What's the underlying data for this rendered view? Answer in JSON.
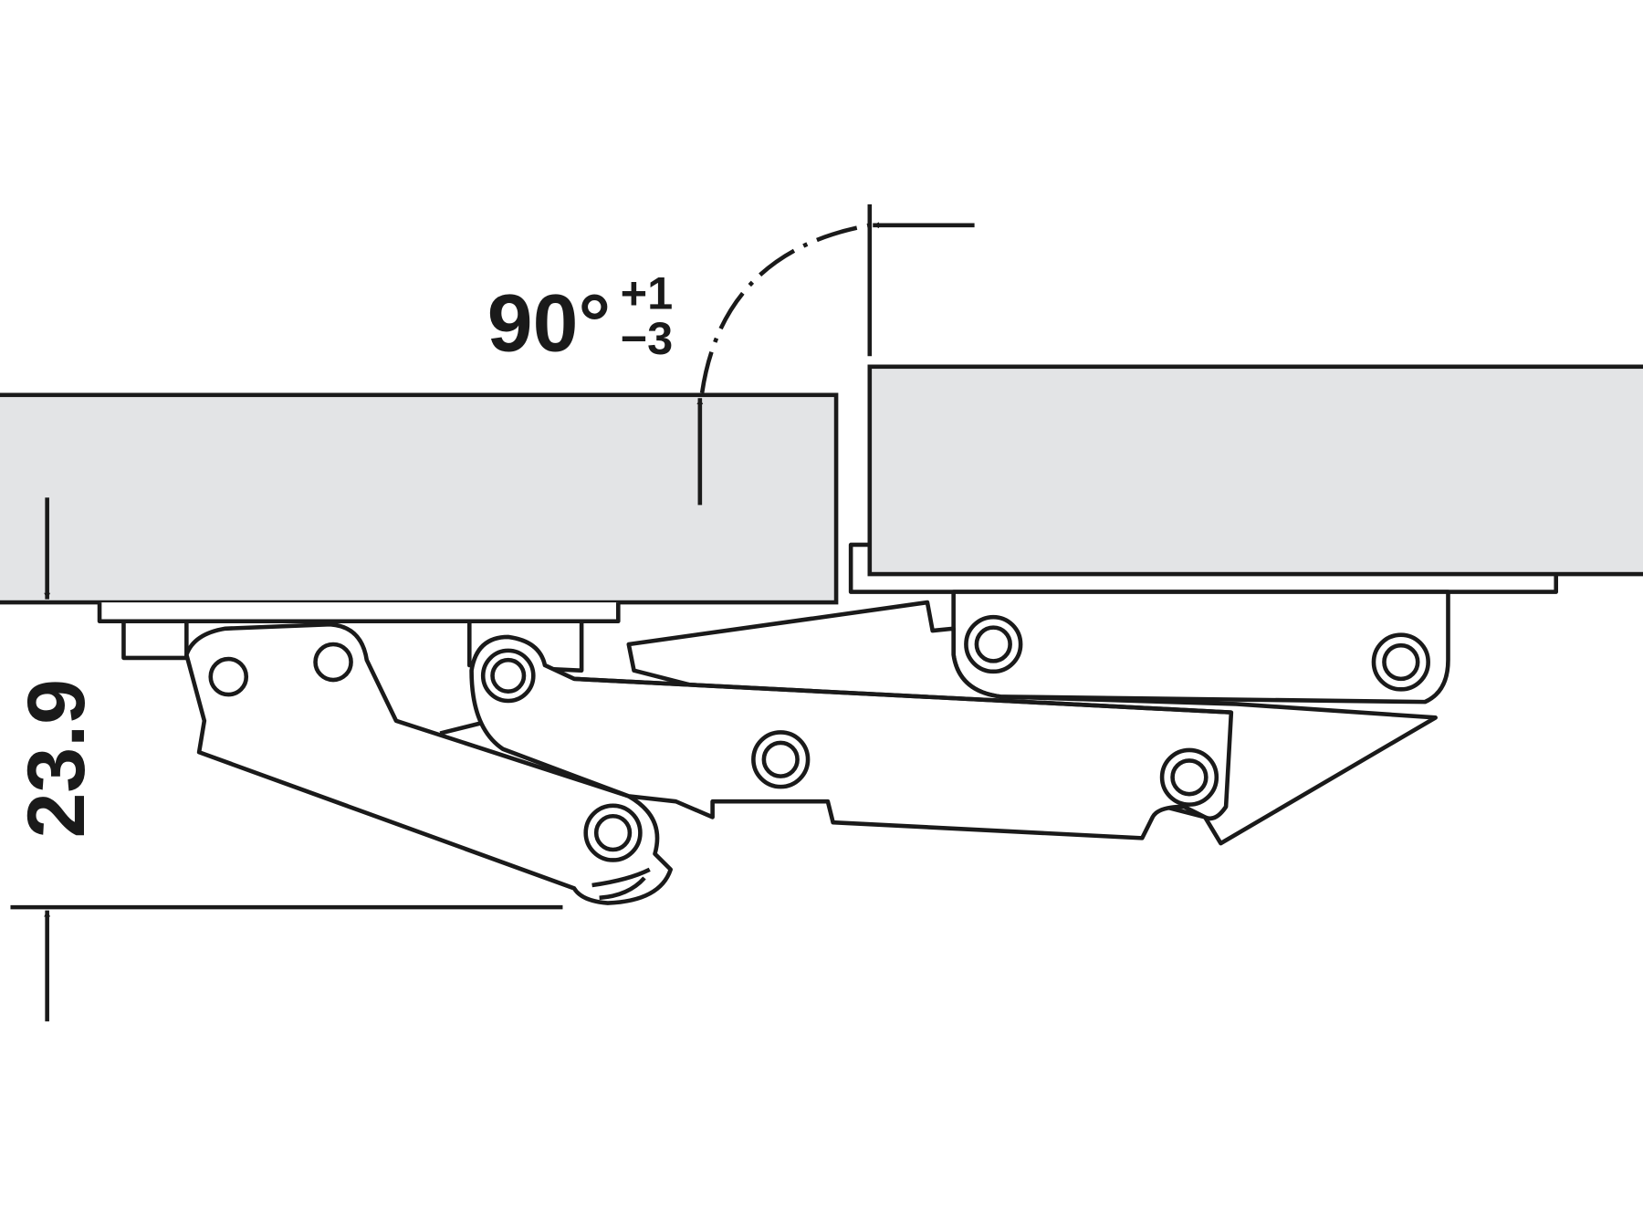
{
  "angle": {
    "value": "90°",
    "tol_plus": "+1",
    "tol_minus": "−3"
  },
  "dimension": {
    "value": "23.9"
  },
  "colors": {
    "panel": "#e3e4e6",
    "line": "#1a1a1a"
  }
}
